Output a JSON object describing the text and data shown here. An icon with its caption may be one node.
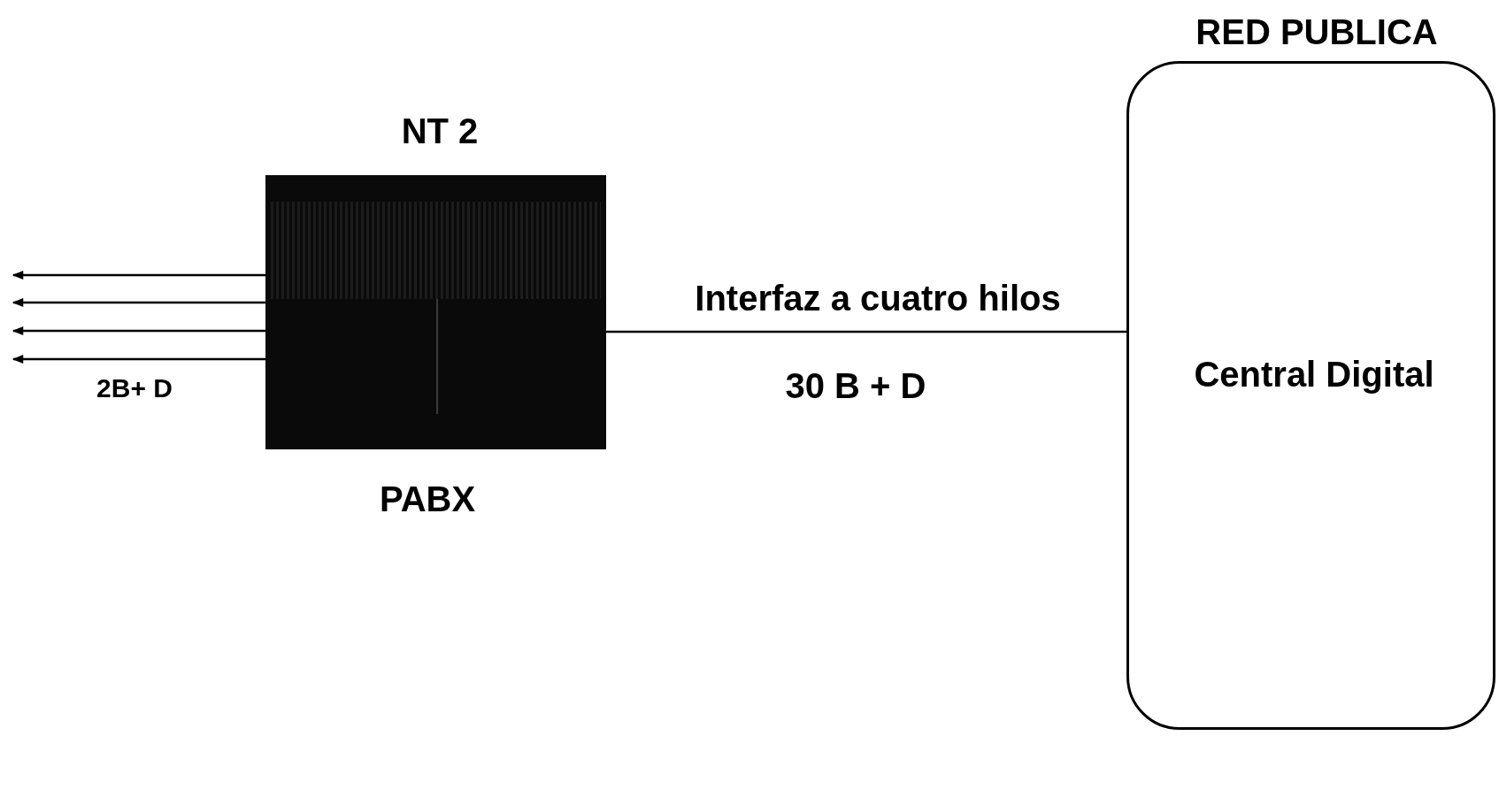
{
  "diagram": {
    "nodes": [
      {
        "text": [
          "NT 2"
        ],
        "beside": [
          "PABX"
        ]
      },
      {
        "text": [
          "RED PUBLICA",
          "Central Digital"
        ]
      }
    ],
    "edges": [
      {
        "from": 0,
        "to": 1,
        "arrow": "none",
        "label": "Interfaz a cuatro hilos"
      },
      {
        "from": 0,
        "to": null,
        "arrow": "to"
      },
      {
        "from": 0,
        "to": null,
        "arrow": "to"
      },
      {
        "from": 0,
        "to": null,
        "arrow": "to"
      },
      {
        "from": 0,
        "to": null,
        "arrow": "to"
      }
    ],
    "labels": [
      "30 B + D",
      "2B+ D"
    ]
  }
}
